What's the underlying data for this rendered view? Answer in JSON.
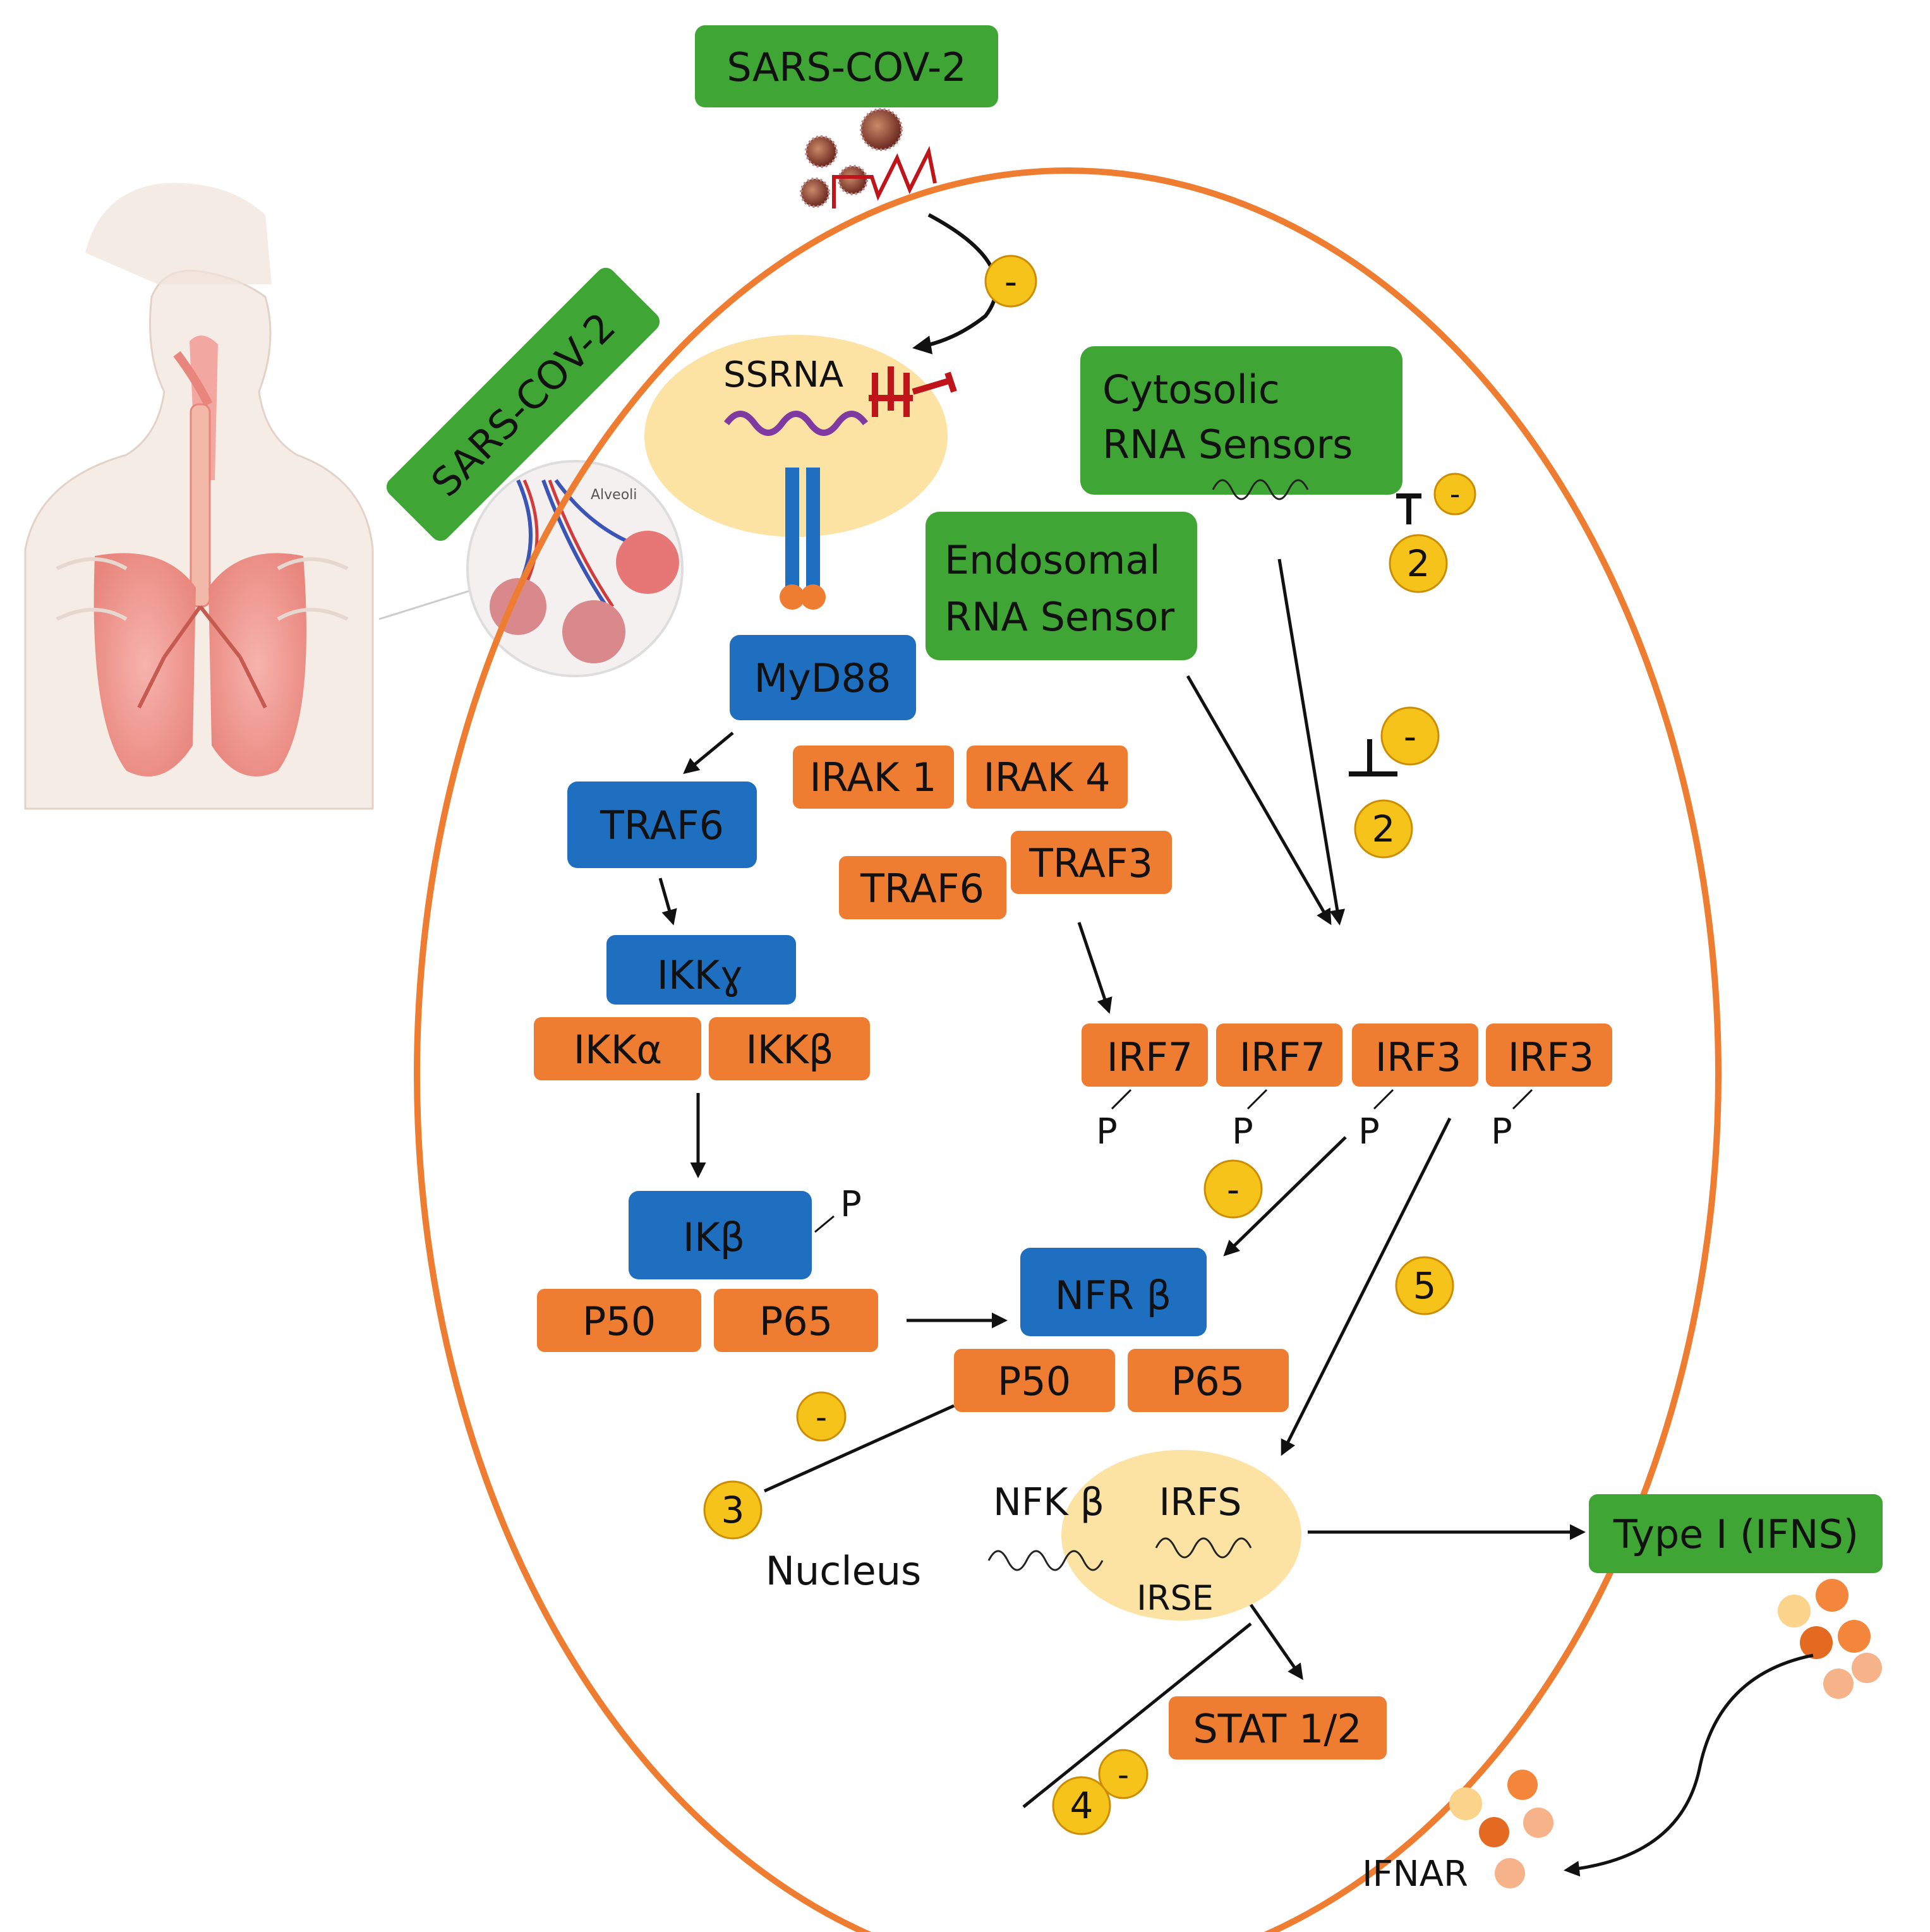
{
  "virus_top_label": "SARS-COV-2",
  "virus_side_label": "SARS-COV-2",
  "alveoli_label": "Alveoli",
  "ssrna_label": "SSRNA",
  "cytosolic_line1": "Cytosolic",
  "cytosolic_line2": "RNA Sensors",
  "endosomal_line1": "Endosomal",
  "endosomal_line2": "RNA Sensor",
  "myd88": "MyD88",
  "irak1": "IRAK 1",
  "irak4": "IRAK 4",
  "traf6_blue": "TRAF6",
  "traf6_orange": "TRAF6",
  "traf3": "TRAF3",
  "ikkg": "IKKɣ",
  "ikka": "IKKα",
  "ikkb": "IKKβ",
  "ikbeta": "IKβ",
  "phospho": "P",
  "p50_a": "P50",
  "p65_a": "P65",
  "nfrb": "NFR β",
  "p50_b": "P50",
  "p65_b": "P65",
  "irf7_a": "IRF7",
  "irf7_b": "IRF7",
  "irf3_a": "IRF3",
  "irf3_b": "IRF3",
  "nfkb": "NFK β",
  "irfs": "IRFS",
  "irse": "IRSE",
  "nucleus": "Nucleus",
  "type1": "Type I (IFNS)",
  "stat": "STAT 1/2",
  "ifnar": "IFNAR",
  "minus": "-",
  "num2": "2",
  "num3": "3",
  "num4": "4",
  "num5": "5",
  "colors": {
    "green": "#3FA535",
    "blue": "#1E6FC0",
    "orange": "#EE7D31",
    "cell_border": "#EE7D31",
    "nucleus_fill": "#FCE3A4",
    "badge": "#F6C31A"
  }
}
